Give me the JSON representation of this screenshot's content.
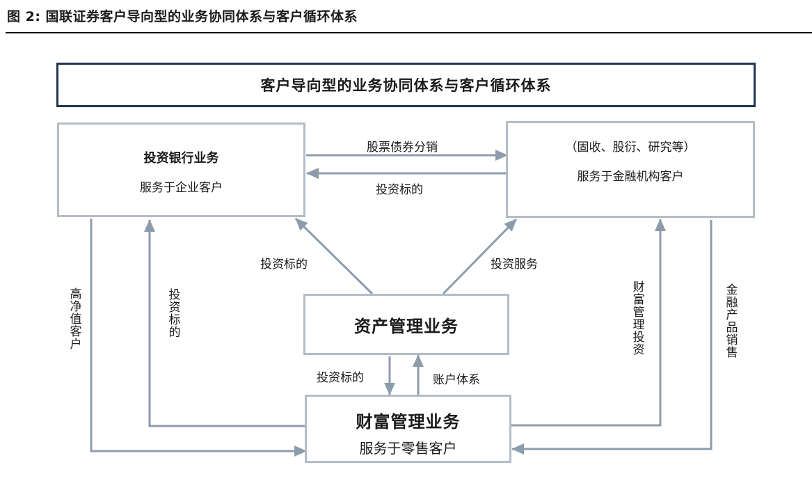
{
  "figure": {
    "title": "图 2:  国联证券客户导向型的业务协同体系与客户循环体系"
  },
  "banner": {
    "title": "客户导向型的业务协同体系与客户循环体系"
  },
  "boxes": {
    "investment_banking": {
      "title": "投资银行业务",
      "subtitle": "服务于企业客户"
    },
    "institutional": {
      "title": "（固收、股衍、研究等）",
      "subtitle": "服务于金融机构客户"
    },
    "asset_management": {
      "title": "资产管理业务"
    },
    "wealth_management": {
      "title": "财富管理业务",
      "subtitle": "服务于零售客户"
    }
  },
  "edges": {
    "ib_to_inst": "股票债券分销",
    "inst_to_ib": "投资标的",
    "am_to_ib": "投资标的",
    "am_to_inst": "投资服务",
    "am_to_wm": "投资标的",
    "wm_to_am": "账户体系",
    "ib_to_wm": "高净值客户",
    "wm_to_ib": "投资标的",
    "wm_to_inst": "财富管理投资",
    "inst_to_wm": "金融产品销售"
  },
  "colors": {
    "arrow": "#8c9cab",
    "box_border": "#b4bcc7",
    "emphasis_border": "#1f3550"
  }
}
